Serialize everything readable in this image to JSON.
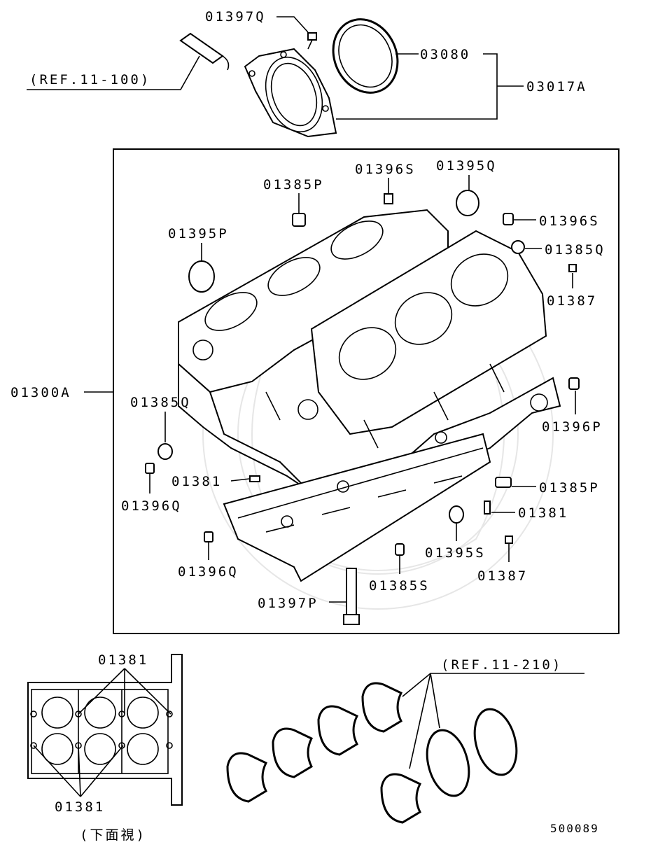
{
  "title": "",
  "labels": {
    "l01397Q": "01397Q",
    "ref_11_100": "(REF.11-100)",
    "l03080": "03080",
    "l03017A": "03017A",
    "l01396S_top": "01396S",
    "l01395Q": "01395Q",
    "l01385P_top": "01385P",
    "l01396S_right": "01396S",
    "l01395P": "01395P",
    "l01385Q_right": "01385Q",
    "l01387_right": "01387",
    "l01300A": "01300A",
    "l01385Q_left": "01385Q",
    "l01396P": "01396P",
    "l01381_mid": "01381",
    "l01385P_right": "01385P",
    "l01396Q_left": "01396Q",
    "l01381_right": "01381",
    "l01395S": "01395S",
    "l01396Q_bottom": "01396Q",
    "l01387_bottom": "01387",
    "l01385S": "01385S",
    "l01397P": "01397P",
    "l01381_inset_top": "01381",
    "ref_11_210": "(REF.11-210)",
    "l01381_inset_bottom": "01381",
    "bottom_view": "(下面視)",
    "figure_code": "500089"
  },
  "colors": {
    "line": "#000000",
    "background": "#ffffff",
    "watermark": "#e6e6e6"
  }
}
